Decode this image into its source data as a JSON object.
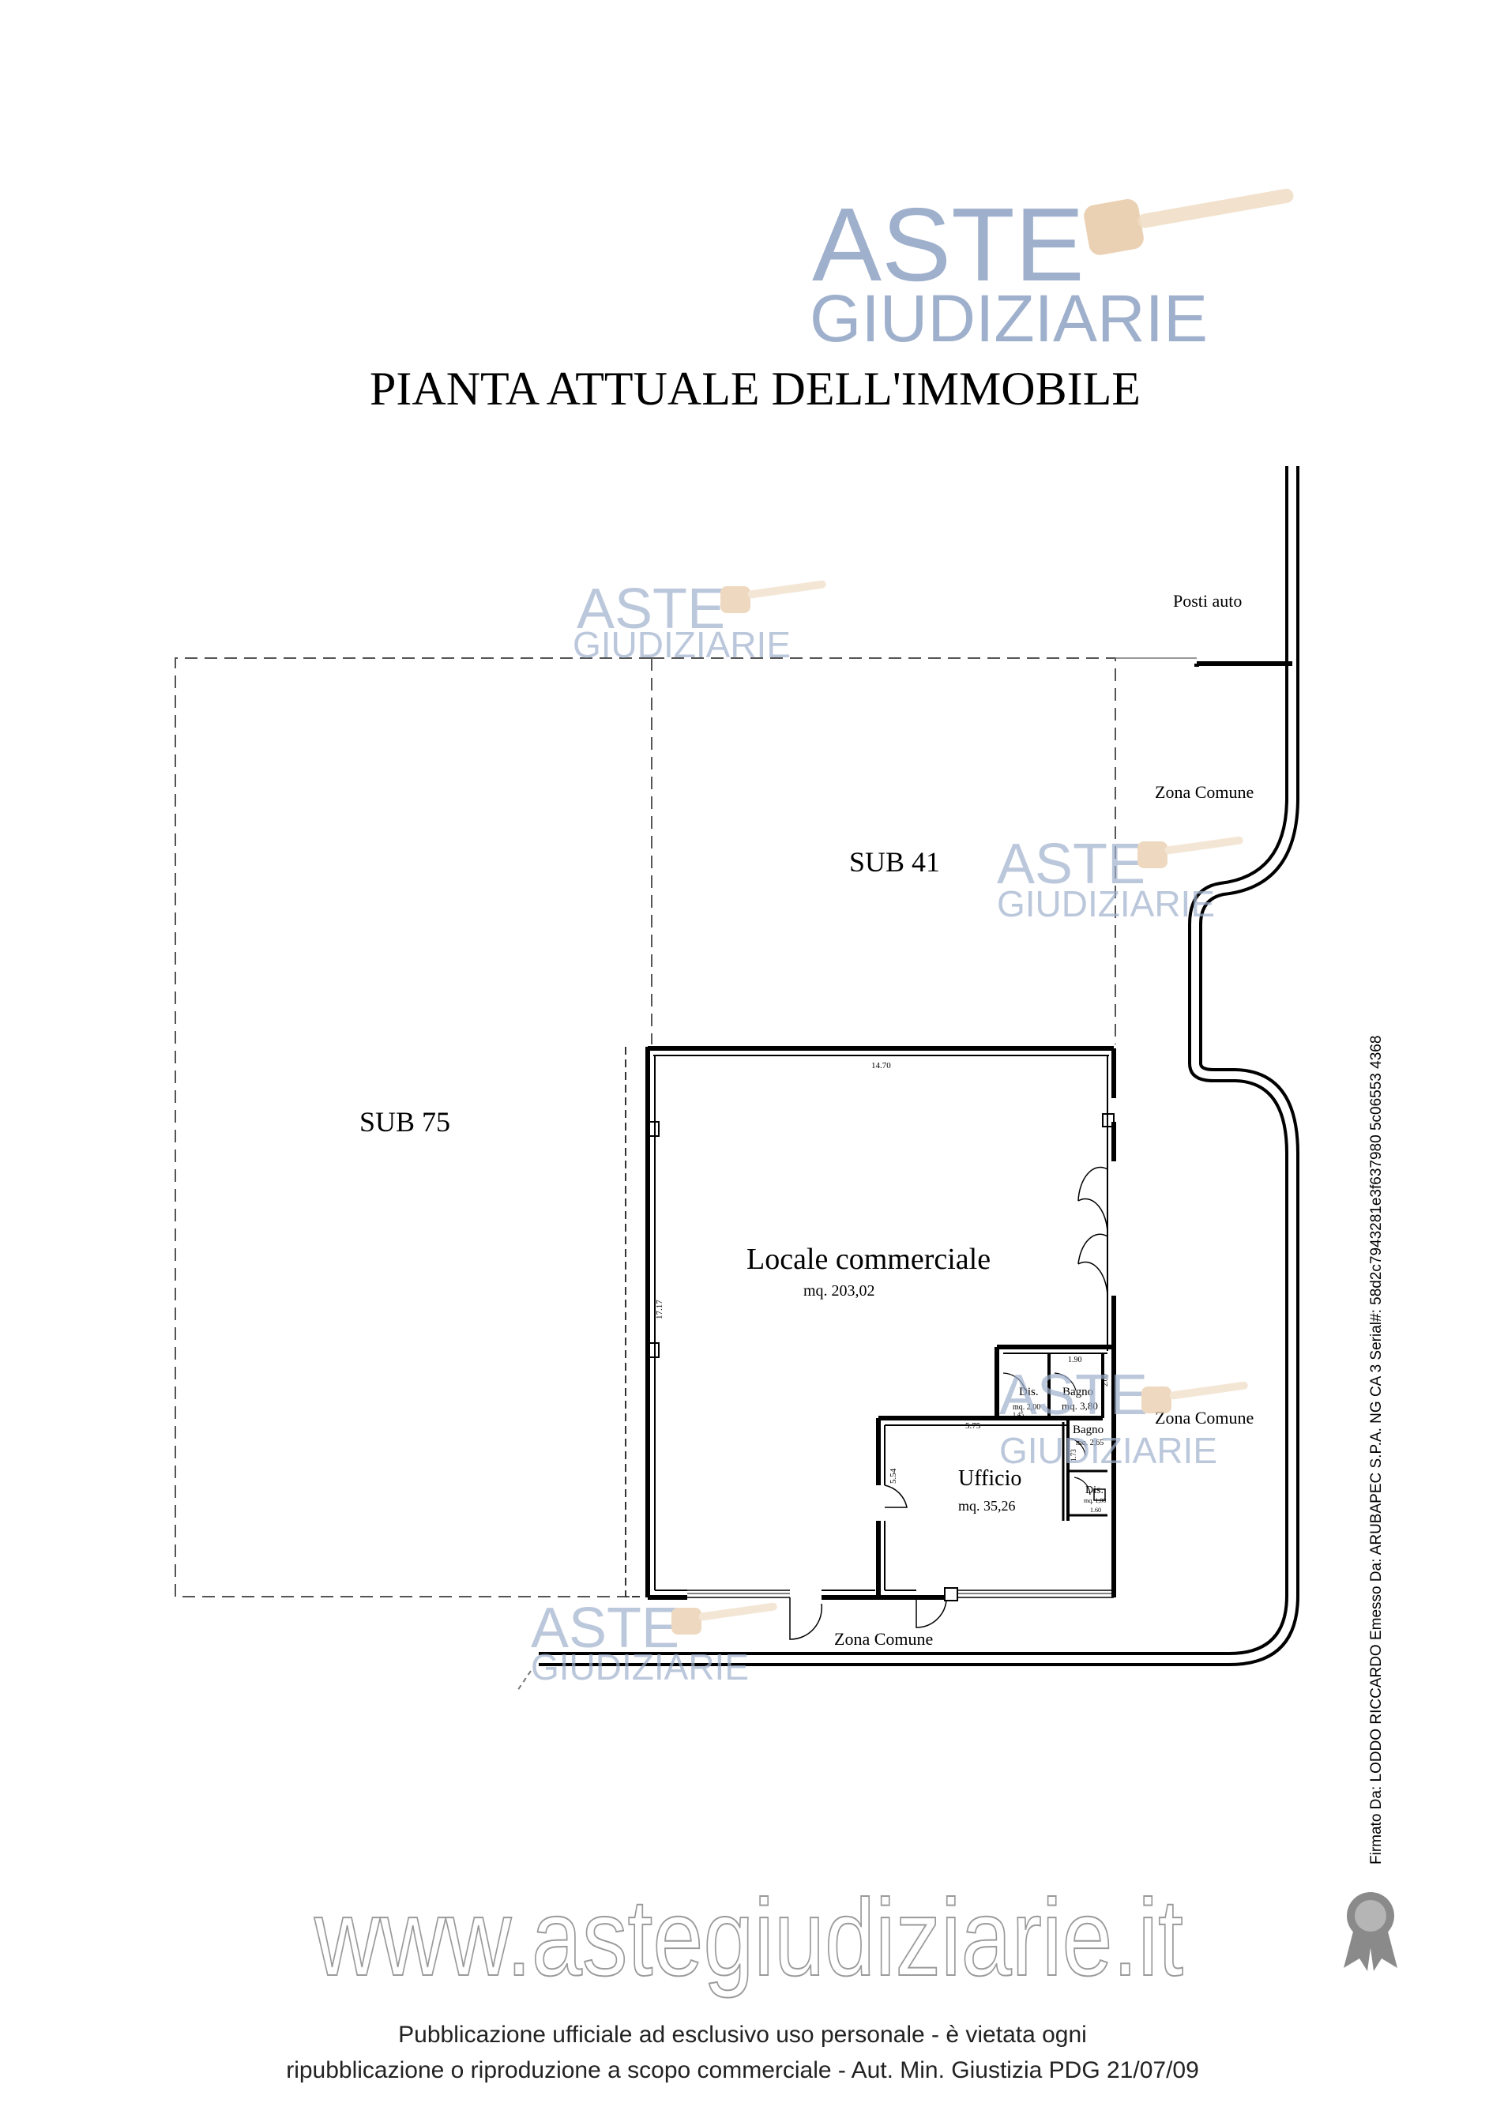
{
  "watermark": {
    "word1": "ASTE",
    "word2": "GIUDIZIARIE",
    "url": "www.astegiudiziarie.it",
    "colors": {
      "text": "#9fb0cc",
      "gavel": "#e7c9a6"
    }
  },
  "title": "PIANTA ATTUALE DELL'IMMOBILE",
  "labels": {
    "posti_auto": "Posti auto",
    "zona_comune_top": "Zona Comune",
    "zona_comune_right": "Zona Comune",
    "zona_comune_bottom": "Zona Comune",
    "sub41": "SUB 41",
    "sub75": "SUB 75"
  },
  "rooms": {
    "locale": {
      "name": "Locale commerciale",
      "area": "mq. 203,02"
    },
    "ufficio": {
      "name": "Ufficio",
      "area": "mq. 35,26"
    },
    "dis1": {
      "name": "Dis.",
      "area": "mq. 2,00"
    },
    "bagno1": {
      "name": "Bagno",
      "area": "mq. 3,80"
    },
    "bagno2": {
      "name": "Bagno",
      "area": "mq. 2,65"
    },
    "dis2": {
      "name": "Dis.",
      "area": "mq. 1,00"
    }
  },
  "dimensions": {
    "top": "14.70",
    "left": "17.17",
    "ufficio_top": "5.75",
    "ufficio_left": "5.54",
    "bath_top": "1.90",
    "bath_side": "2.00",
    "dis_bottom": "1.45",
    "bagno2_side": "1.73",
    "dis2_bottom": "1.60"
  },
  "signature": "Firmato Da: LODDO RICCARDO Emesso Da: ARUBAPEC S.P.A. NG CA 3 Serial#: 58d2c7943281e3f637980 5c06553 4368",
  "footer": {
    "line1": "Pubblicazione ufficiale ad esclusivo uso personale - è vietata ogni",
    "line2": "ripubblicazione o riproduzione a scopo commerciale - Aut. Min. Giustizia PDG 21/07/09"
  }
}
